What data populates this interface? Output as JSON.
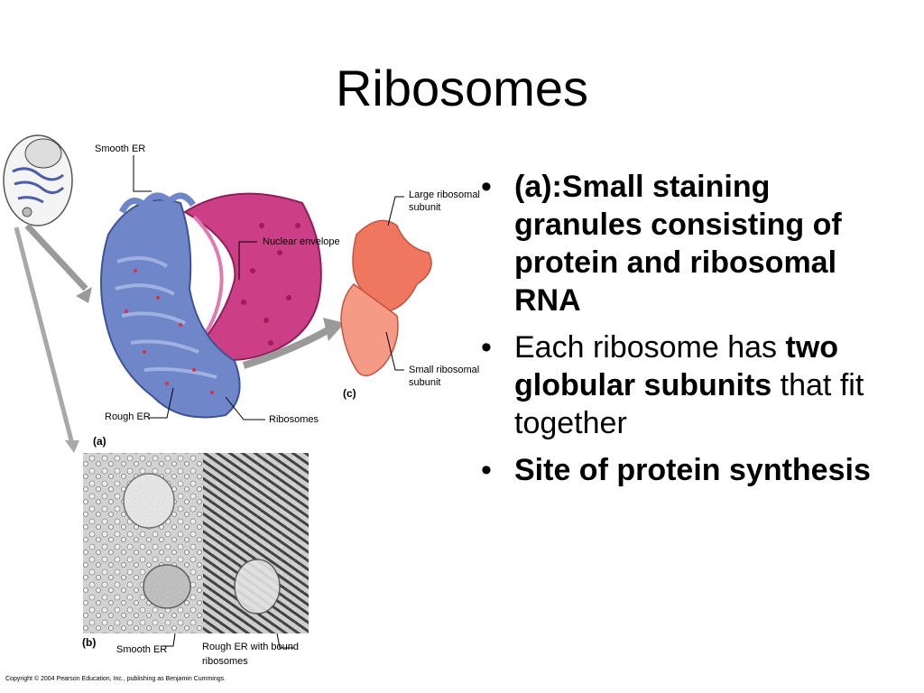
{
  "slide": {
    "title": "Ribosomes"
  },
  "figure": {
    "labels": {
      "smooth_er_top": "Smooth ER",
      "nuclear_envelope": "Nuclear envelope",
      "large_subunit_1": "Large ribosomal",
      "large_subunit_2": "subunit",
      "small_subunit_1": "Small ribosomal",
      "small_subunit_2": "subunit",
      "panel_c": "(c)",
      "rough_er": "Rough ER",
      "ribosomes": "Ribosomes",
      "panel_a": "(a)",
      "panel_b": "(b)",
      "smooth_er_bottom": "Smooth ER",
      "rough_bound_1": "Rough ER with bound",
      "rough_bound_2": "ribosomes"
    },
    "copyright": "Copyright © 2004 Pearson Education, Inc., publishing as Benjamin Cummings.",
    "colors": {
      "er": "#6f86c9",
      "nucleus": "#cc3f86",
      "ribosome": "#ef7760",
      "micrograph": "#c9c9c9"
    }
  },
  "bullets": {
    "b1": "(a):Small staining granules consisting of protein and ribosomal RNA",
    "b2_pre": "Each ribosome has ",
    "b2_bold": "two globular subunits",
    "b2_post": " that fit together",
    "b3": "Site of protein synthesis"
  }
}
